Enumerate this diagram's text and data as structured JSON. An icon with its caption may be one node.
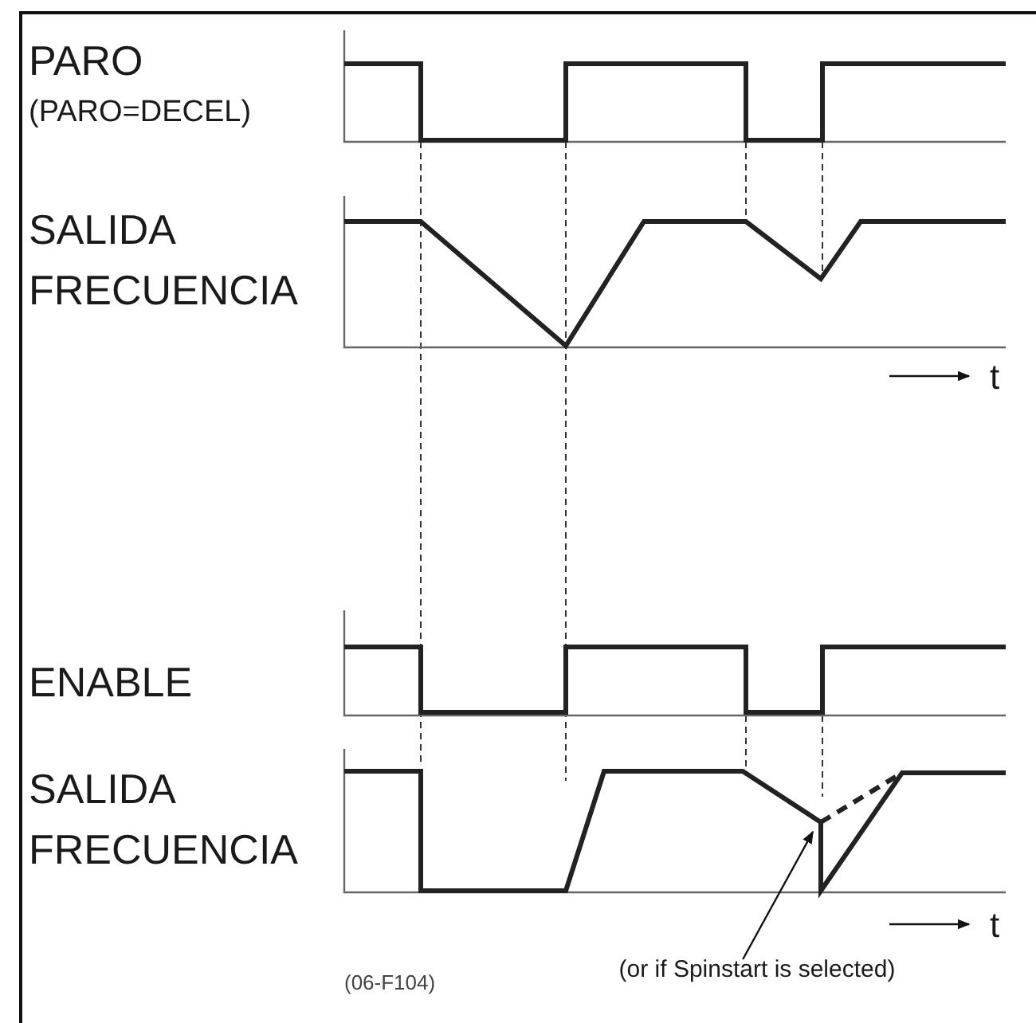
{
  "diagram": {
    "nodes": [
      {
        "text": [
          "(or if Spinstart is selected)"
        ]
      },
      {
        "text": [],
        "shape": "line"
      }
    ],
    "edges": [
      {
        "from": 0,
        "to": 1,
        "arrow": "to"
      }
    ],
    "labels": [
      "PARO",
      "(PARO=DECEL)",
      "SALIDA FRECUENCIA",
      "t",
      "ENABLE",
      "SALIDA FRECUENCIA",
      "t",
      "(06-F104)"
    ]
  }
}
